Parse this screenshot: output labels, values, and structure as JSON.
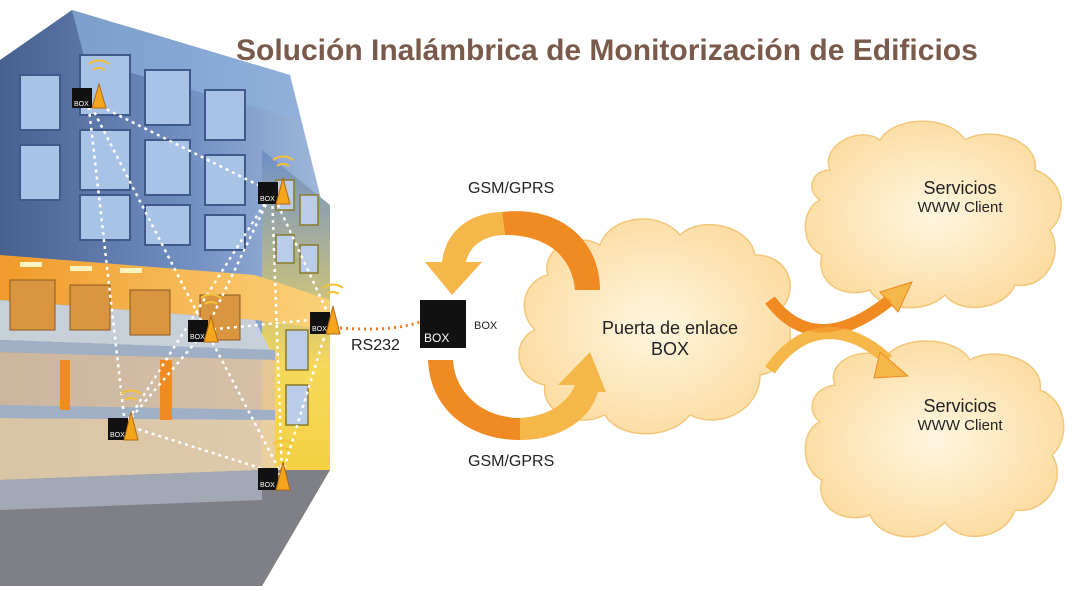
{
  "title": "Solución Inalámbrica de Monitorización de Edificios",
  "link_labels": {
    "gsm_top": "GSM/GPRS",
    "gsm_bottom": "GSM/GPRS",
    "rs232": "RS232"
  },
  "gateway_device": {
    "inner_label": "BOX",
    "side_label": "BOX"
  },
  "gateway_cloud": {
    "line1": "Puerta de enlace",
    "line2": "BOX"
  },
  "service_clouds": [
    {
      "title": "Servicios",
      "subtitle": "WWW Client"
    },
    {
      "title": "Servicios",
      "subtitle": "WWW Client"
    }
  ],
  "sensor_nodes": [
    {
      "label": "BOX"
    },
    {
      "label": "BOX"
    },
    {
      "label": "BOX"
    },
    {
      "label": "BOX"
    },
    {
      "label": "BOX"
    },
    {
      "label": "BOX"
    }
  ],
  "colors": {
    "title": "#7a5a4a",
    "arrow_dark": "#f08a22",
    "arrow_light": "#f6b74a",
    "cloud_fill": "#fde6b8",
    "building_blue": "#5f7fb6",
    "building_yellow": "#f4d23a",
    "link_dotted": "#ffffff",
    "rs232_dotted": "#f07a1e"
  }
}
